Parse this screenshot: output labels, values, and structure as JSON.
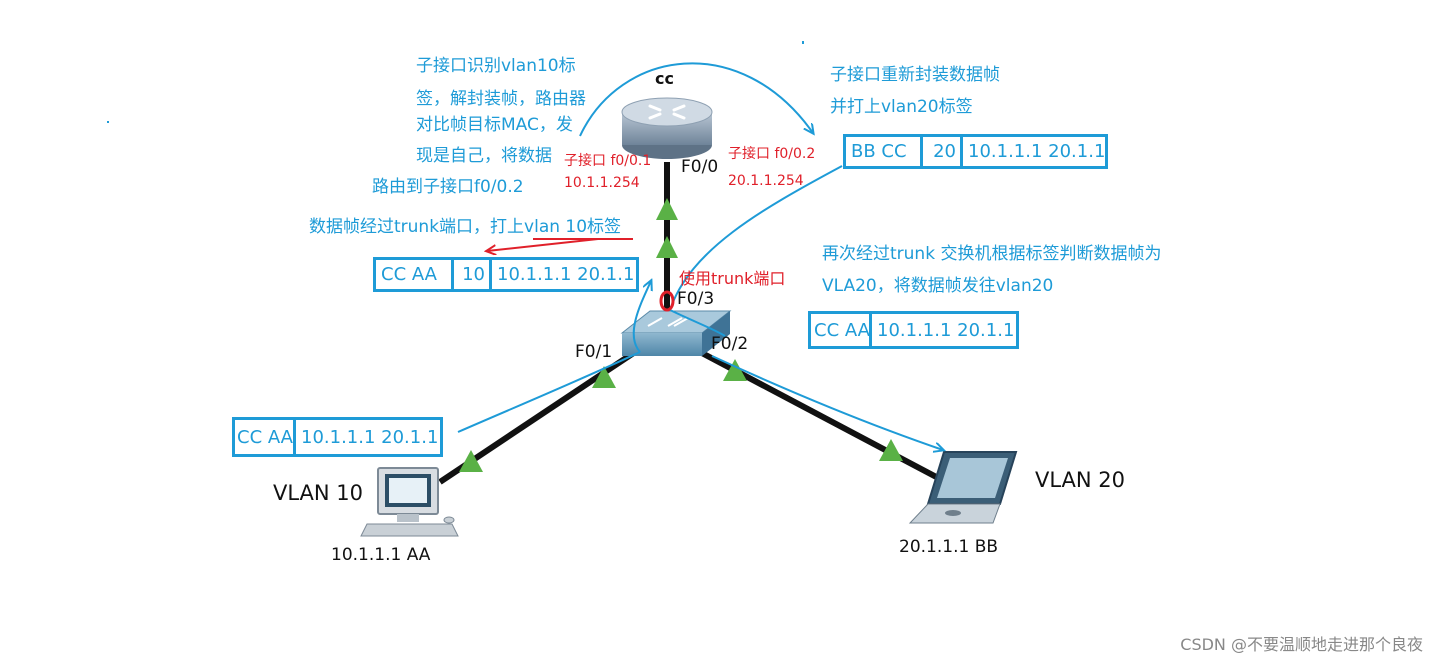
{
  "colors": {
    "annotation": "#1e9bd7",
    "label_red": "#e0202a",
    "link": "#111111",
    "port_triangle": "#5ab146"
  },
  "router": {
    "name": "cc",
    "port_f0_0": "F0/0",
    "sub1": {
      "label": "子接口 f0/0.1",
      "ip": "10.1.1.254"
    },
    "sub2": {
      "label": "子接口 f0/0.2",
      "ip": "20.1.1.254"
    }
  },
  "switch": {
    "port_f0_3": "F0/3",
    "port_f0_1": "F0/1",
    "port_f0_2": "F0/2",
    "trunk_note": "使用trunk端口"
  },
  "notes": {
    "router_receive": [
      "子接口识别vlan10标",
      "签，解封装帧，路由器",
      "对比帧目标MAC，发",
      "现是自己，将数据",
      "路由到子接口f0/0.2"
    ],
    "trunk_up": "数据帧经过trunk端口，打上vlan 10标签",
    "reencap": [
      "子接口重新封装数据帧",
      "并打上vlan20标签"
    ],
    "trunk_down": [
      "再次经过trunk 交换机根据标签判断数据帧为",
      "VLA20，将数据帧发往vlan20"
    ]
  },
  "frames": {
    "router_out": [
      "BB CC",
      "20",
      "10.1.1.1 20.1.1.1"
    ],
    "trunk_up": [
      "CC AA",
      "10",
      "10.1.1.1 20.1.1.1"
    ],
    "to_vlan20": [
      "CC AA",
      "10.1.1.1 20.1.1.1"
    ],
    "from_vlan10": [
      "CC AA",
      "10.1.1.1 20.1.1.1"
    ]
  },
  "hosts": {
    "pc": {
      "vlan": "VLAN 10",
      "label": "10.1.1.1  AA"
    },
    "laptop": {
      "vlan": "VLAN 20",
      "label": "20.1.1.1 BB"
    }
  },
  "footer": "CSDN @不要温顺地走进那个良夜"
}
